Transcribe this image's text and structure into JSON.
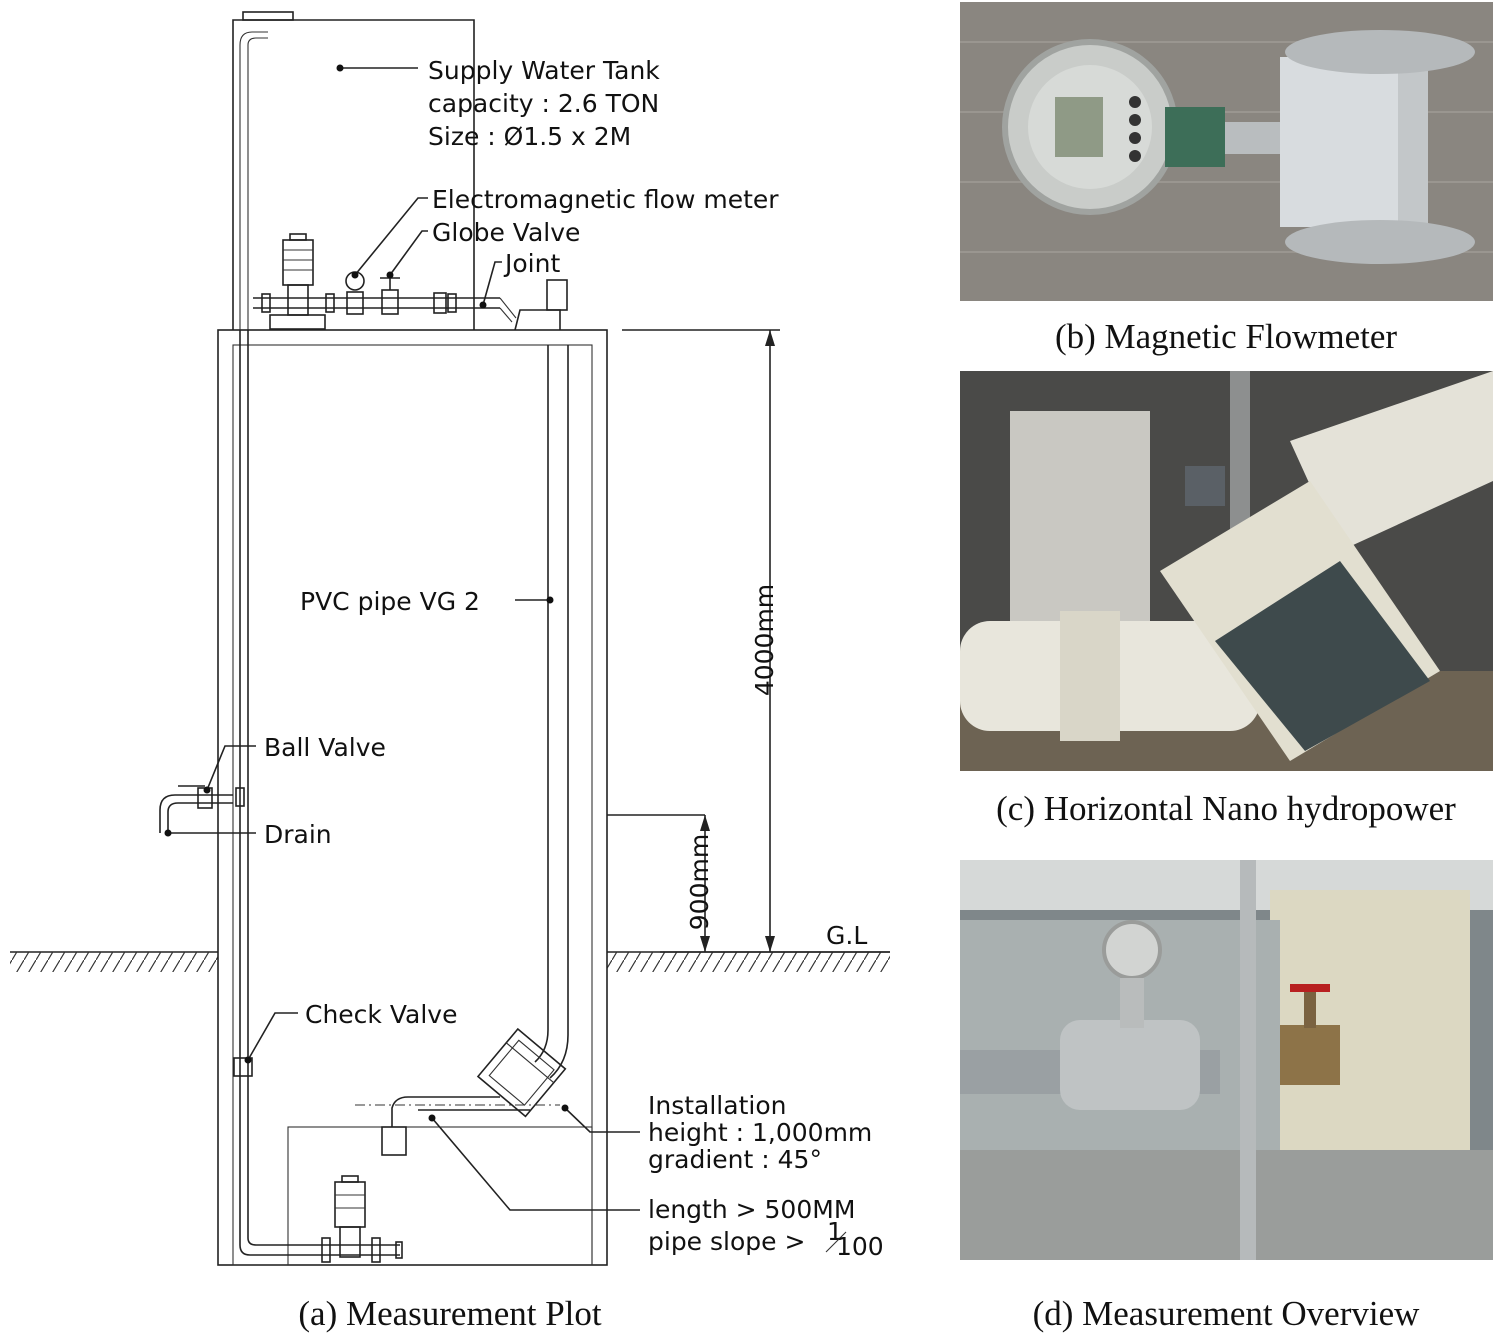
{
  "drawing": {
    "supply_tank": [
      "Supply Water Tank",
      "capacity : 2.6 TON",
      "Size : Ø1.5 x 2M"
    ],
    "flow_meter": "Electromagnetic flow meter",
    "globe_valve": "Globe Valve",
    "joint": "Joint",
    "pvc_pipe": "PVC pipe VG 2",
    "ball_valve": "Ball Valve",
    "drain": "Drain",
    "check_valve": "Check Valve",
    "ground_level": "G.L",
    "dim_total": "4000mm",
    "dim_low": "900mm",
    "installation": [
      "Installation",
      "height : 1,000mm",
      "gradient : 45°"
    ],
    "length": "length > 500MM",
    "pipe_slope_prefix": "pipe slope >",
    "slope_numerator": "1",
    "slope_denominator": "100"
  },
  "captions": {
    "a": "(a) Measurement Plot",
    "b": "(b) Magnetic Flowmeter",
    "c": "(c) Horizontal Nano hydropower",
    "d": "(d) Measurement Overview"
  },
  "colors": {
    "flowmeter_bg": "#8a8680",
    "hydro_bg": "#4a4a48",
    "overview_bg": "#7f878a"
  }
}
